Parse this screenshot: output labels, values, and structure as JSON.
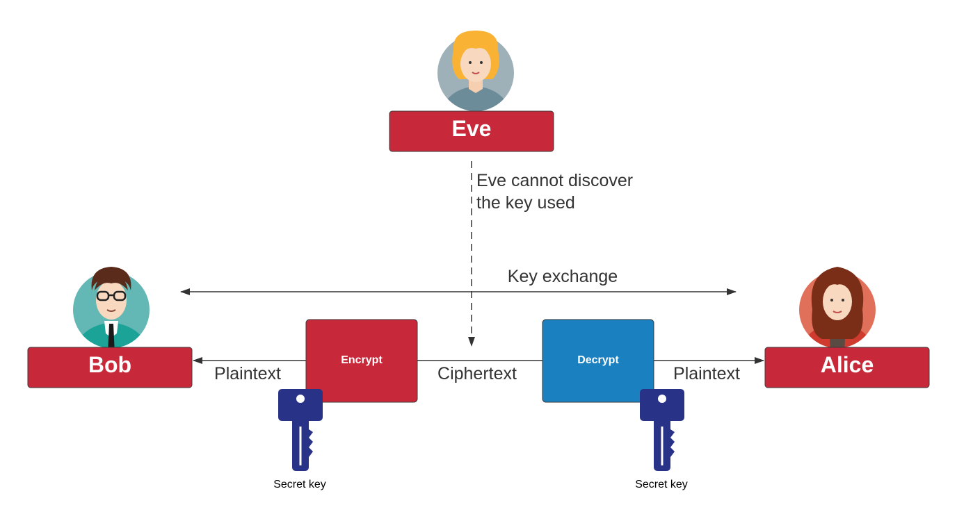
{
  "nodes": {
    "eve": {
      "label": "Eve"
    },
    "bob": {
      "label": "Bob"
    },
    "alice": {
      "label": "Alice"
    },
    "encrypt": {
      "label": "Encrypt"
    },
    "decrypt": {
      "label": "Decrypt"
    }
  },
  "edges": {
    "eve_note_line1": "Eve cannot discover",
    "eve_note_line2": "the key used",
    "key_exchange": "Key exchange",
    "plaintext_bob": "Plaintext",
    "ciphertext": "Ciphertext",
    "plaintext_alice": "Plaintext"
  },
  "keys": {
    "left": "Secret key",
    "right": "Secret key"
  },
  "colors": {
    "red_box": "#c8293a",
    "blue_box": "#1a80c0",
    "key": "#283287",
    "line": "#333333"
  }
}
